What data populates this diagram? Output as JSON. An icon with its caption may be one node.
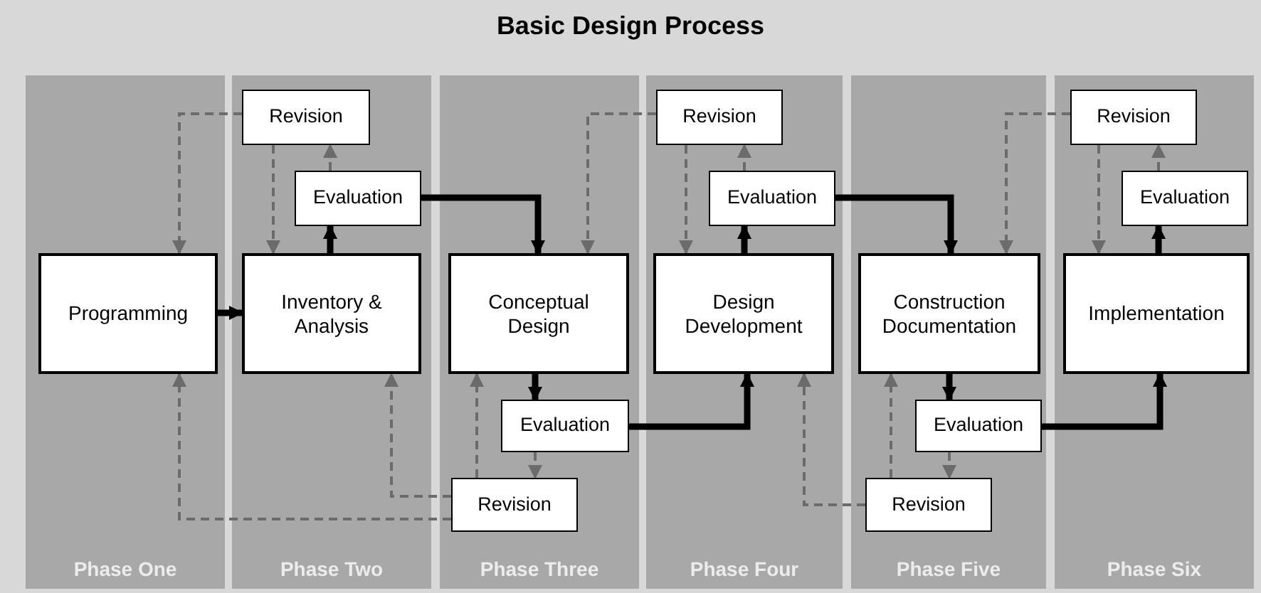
{
  "diagram": {
    "title": "Basic Design Process",
    "nodes": [
      {
        "text": [
          "Phase One"
        ]
      },
      {
        "text": [
          "Programming"
        ],
        "in": 0
      },
      {
        "text": [
          "Phase Two"
        ]
      },
      {
        "text": [
          "Revision"
        ],
        "in": 2
      },
      {
        "text": [
          "Evaluation"
        ],
        "in": 2
      },
      {
        "text": [
          "Inventory & Analysis"
        ],
        "in": 2
      },
      {
        "text": [
          "Phase Three"
        ]
      },
      {
        "text": [
          "Conceptual Design"
        ],
        "in": 6
      },
      {
        "text": [
          "Evaluation"
        ],
        "in": 6
      },
      {
        "text": [
          "Revision"
        ],
        "in": 6
      },
      {
        "text": [
          "Phase Four"
        ]
      },
      {
        "text": [
          "Revision"
        ],
        "in": 10
      },
      {
        "text": [
          "Evaluation"
        ],
        "in": 10
      },
      {
        "text": [
          "Design Development"
        ],
        "in": 10
      },
      {
        "text": [
          "Phase Five"
        ]
      },
      {
        "text": [
          "Construction Documentation"
        ],
        "in": 14
      },
      {
        "text": [
          "Evaluation"
        ],
        "in": 14
      },
      {
        "text": [
          "Revision"
        ],
        "in": 14
      },
      {
        "text": [
          "Phase Six"
        ]
      },
      {
        "text": [
          "Revision"
        ],
        "in": 18
      },
      {
        "text": [
          "Evaluation"
        ],
        "in": 18
      },
      {
        "text": [
          "Implementation"
        ],
        "in": 18
      }
    ],
    "edges": [
      {
        "from": 1,
        "to": 5,
        "arrow": "to",
        "style": "thick",
        "color": "#000000"
      },
      {
        "from": 5,
        "to": 4,
        "arrow": "to",
        "style": "thick",
        "color": "#000000"
      },
      {
        "from": 4,
        "to": 7,
        "arrow": "to",
        "style": "thick",
        "color": "#000000"
      },
      {
        "from": 3,
        "to": 1,
        "arrow": "to",
        "style": "dashed"
      },
      {
        "from": 3,
        "to": 5,
        "arrow": "to",
        "style": "dashed"
      },
      {
        "from": 4,
        "to": 3,
        "arrow": "to",
        "style": "dashed"
      },
      {
        "from": 9,
        "to": 1,
        "arrow": "to",
        "style": "dashed"
      },
      {
        "from": 9,
        "to": 5,
        "arrow": "to",
        "style": "dashed"
      },
      {
        "from": 9,
        "to": 7,
        "arrow": "to",
        "style": "dashed"
      },
      {
        "from": 8,
        "to": 9,
        "arrow": "to",
        "style": "dashed"
      },
      {
        "from": 7,
        "to": 8,
        "arrow": "to",
        "style": "thick",
        "color": "#000000"
      },
      {
        "from": 8,
        "to": 13,
        "arrow": "to",
        "style": "thick",
        "color": "#000000"
      },
      {
        "from": 13,
        "to": 12,
        "arrow": "to",
        "style": "thick",
        "color": "#000000"
      },
      {
        "from": 12,
        "to": 15,
        "arrow": "to",
        "style": "thick",
        "color": "#000000"
      },
      {
        "from": 11,
        "to": 7,
        "arrow": "to",
        "style": "dashed"
      },
      {
        "from": 11,
        "to": 13,
        "arrow": "to",
        "style": "dashed"
      },
      {
        "from": 12,
        "to": 11,
        "arrow": "to",
        "style": "dashed"
      },
      {
        "from": 17,
        "to": 13,
        "arrow": "to",
        "style": "dashed"
      },
      {
        "from": 17,
        "to": 15,
        "arrow": "to",
        "style": "dashed"
      },
      {
        "from": 16,
        "to": 17,
        "arrow": "to",
        "style": "dashed"
      },
      {
        "from": 15,
        "to": 16,
        "arrow": "to",
        "style": "thick",
        "color": "#000000"
      },
      {
        "from": 16,
        "to": 21,
        "arrow": "to",
        "style": "thick",
        "color": "#000000"
      },
      {
        "from": 19,
        "to": 15,
        "arrow": "to",
        "style": "dashed"
      },
      {
        "from": 19,
        "to": 21,
        "arrow": "to",
        "style": "dashed"
      },
      {
        "from": 20,
        "to": 19,
        "arrow": "to",
        "style": "dashed"
      },
      {
        "from": 21,
        "to": 20,
        "arrow": "to",
        "style": "thick",
        "color": "#000000"
      }
    ]
  }
}
